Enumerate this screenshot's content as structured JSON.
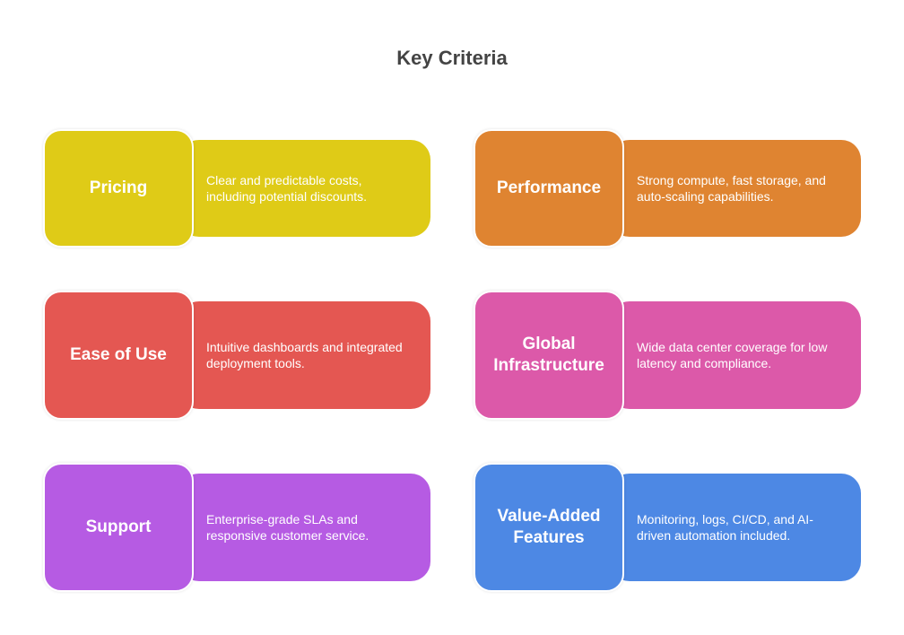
{
  "title": "Key Criteria",
  "criteria": [
    {
      "label": "Pricing",
      "description": "Clear and predictable costs, including potential discounts.",
      "color": "#DFCB17"
    },
    {
      "label": "Performance",
      "description": "Strong compute, fast storage, and auto-scaling capabilities.",
      "color": "#DF8431"
    },
    {
      "label": "Ease of Use",
      "description": "Intuitive dashboards and integrated deployment tools.",
      "color": "#E45752"
    },
    {
      "label": "Global Infrastructure",
      "description": "Wide data center coverage for low latency and compliance.",
      "color": "#DC59A9"
    },
    {
      "label": "Support",
      "description": "Enterprise-grade SLAs and responsive customer service.",
      "color": "#B65BE3"
    },
    {
      "label": "Value-Added Features",
      "description": "Monitoring, logs, CI/CD, and AI-driven automation included.",
      "color": "#4D88E4"
    }
  ]
}
